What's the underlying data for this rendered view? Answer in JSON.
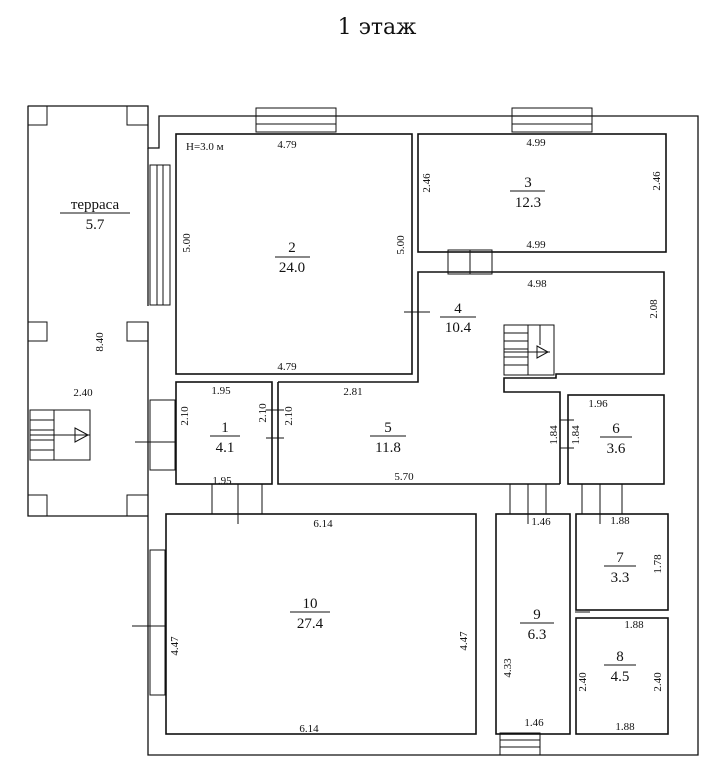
{
  "title": "1 этаж",
  "height_note": "H=3.0 м",
  "rooms": [
    {
      "num": "2",
      "area": "24.0"
    },
    {
      "num": "3",
      "area": "12.3"
    },
    {
      "num": "4",
      "area": "10.4"
    },
    {
      "num": "1",
      "area": "4.1"
    },
    {
      "num": "5",
      "area": "11.8"
    },
    {
      "num": "6",
      "area": "3.6"
    },
    {
      "num": "7",
      "area": "3.3"
    },
    {
      "num": "8",
      "area": "4.5"
    },
    {
      "num": "9",
      "area": "6.3"
    },
    {
      "num": "10",
      "area": "27.4"
    }
  ],
  "terrace": {
    "name": "терраса",
    "area": "5.7",
    "len": "8.40",
    "width": "2.40"
  },
  "dims": {
    "r2_top": "4.79",
    "r2_bottom": "4.79",
    "r2_left": "5.00",
    "r2_right": "5.00",
    "r3_top": "4.99",
    "r3_bottom": "4.99",
    "r3_left": "2.46",
    "r3_right": "2.46",
    "r4_top": "4.98",
    "r4_right": "2.08",
    "r4_bottom": "2.81",
    "r1_top": "1.95",
    "r1_bottom": "1.95",
    "r1_left": "2.10",
    "r1_right": "2.10",
    "r5_left": "2.10",
    "r5_bottom": "5.70",
    "r5_right": "1.84",
    "r6_top": "1.96",
    "r6_left": "1.84",
    "r10_top": "6.14",
    "r10_bottom": "6.14",
    "r10_left": "4.47",
    "r10_right": "4.47",
    "r9_top": "1.46",
    "r9_bottom": "1.46",
    "r9_left": "4.33",
    "r7_top": "1.88",
    "r7_bottom": "1.88",
    "r7_right": "1.78",
    "r8_bottom": "1.88",
    "r8_left": "2.40",
    "r8_right": "2.40"
  }
}
